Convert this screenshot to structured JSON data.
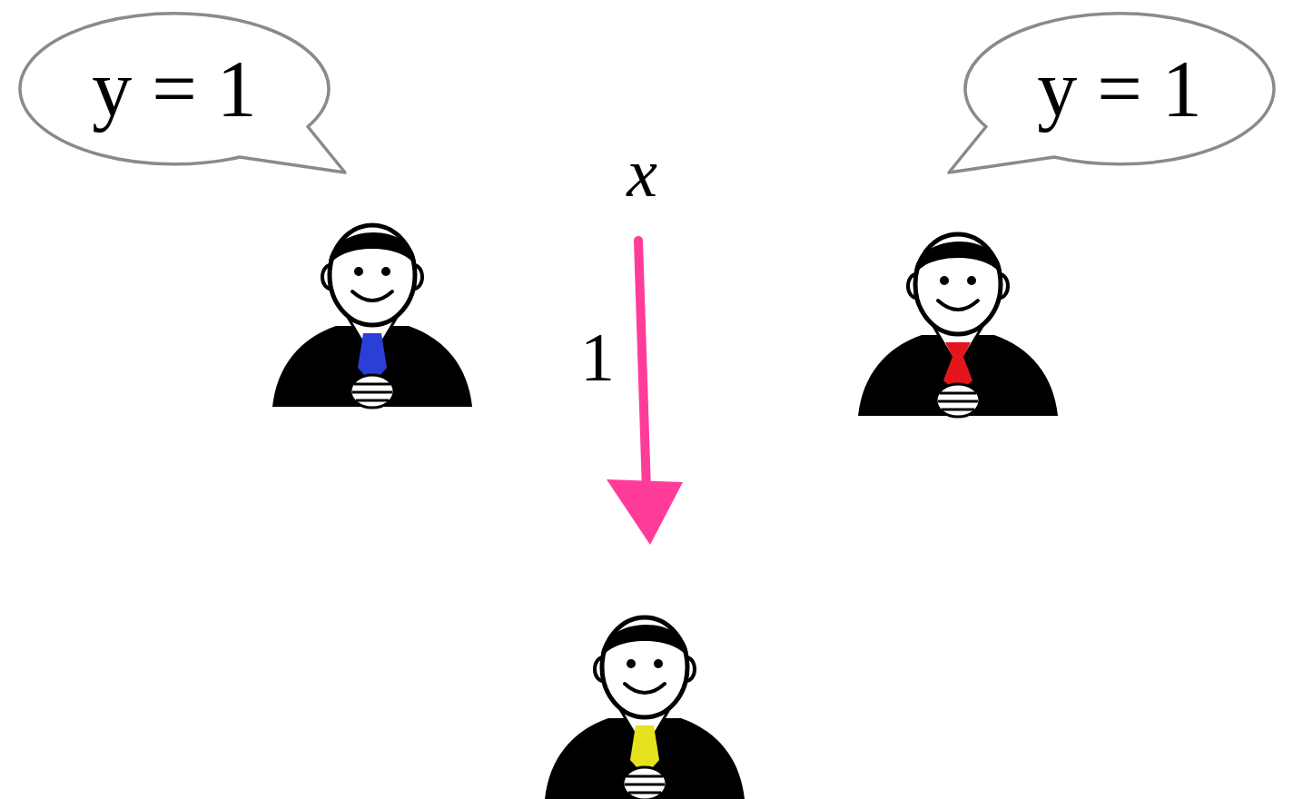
{
  "diagram": {
    "nodes": [
      {
        "text": [
          "y = 1"
        ]
      },
      {
        "text": [
          "y = 1"
        ]
      }
    ],
    "labels": [
      "x",
      "1"
    ]
  }
}
